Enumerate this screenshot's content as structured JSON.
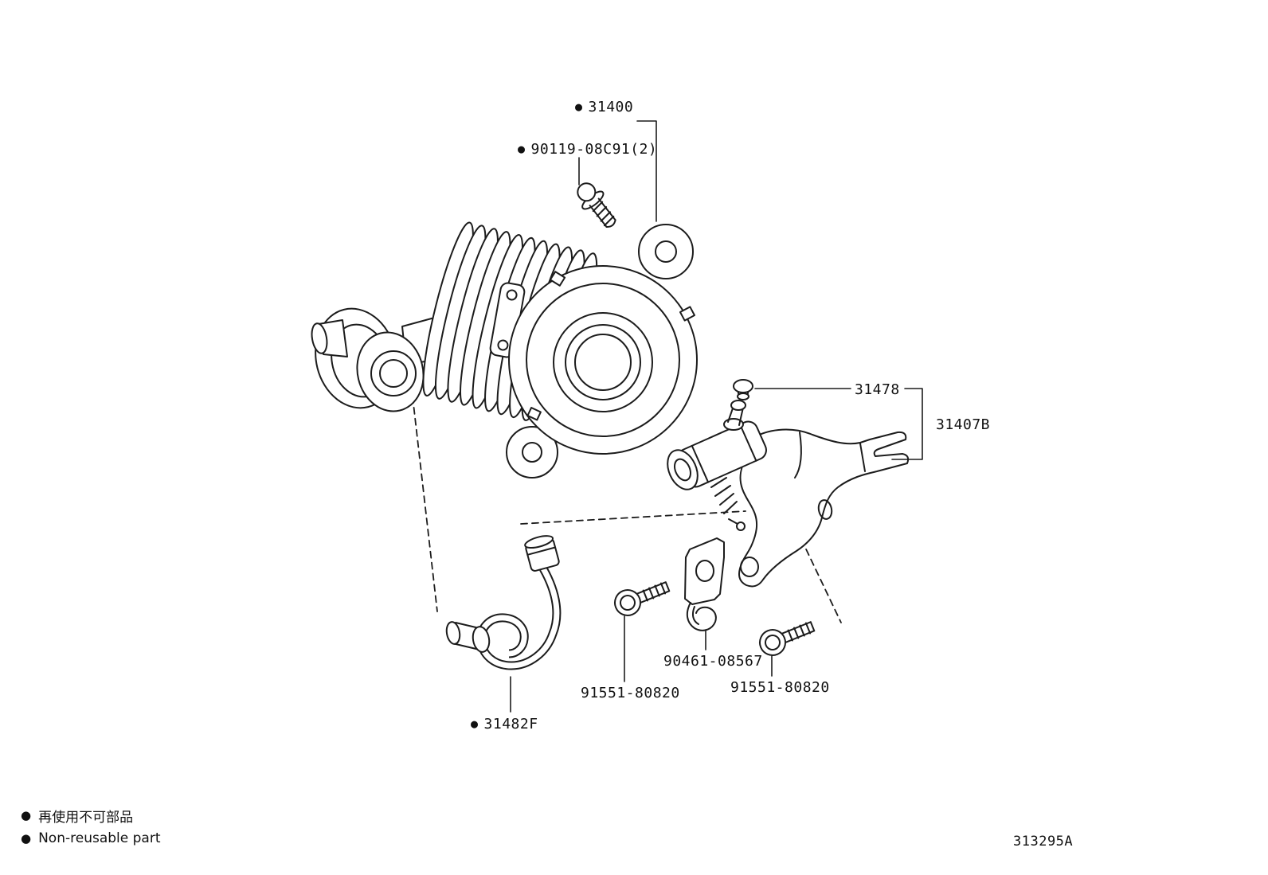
{
  "diagram": {
    "drawing_code": "313295A",
    "bullet": "●",
    "parts": [
      {
        "label": "31400",
        "non_reusable": true
      },
      {
        "label": "90119-08C91(2)",
        "non_reusable": true
      },
      {
        "label": "31478",
        "non_reusable": false
      },
      {
        "label": "31407B",
        "non_reusable": false
      },
      {
        "label": "90461-08567",
        "non_reusable": false
      },
      {
        "label": "91551-80820",
        "non_reusable": false
      },
      {
        "label": "91551-80820",
        "non_reusable": false
      },
      {
        "label": "31482F",
        "non_reusable": true
      }
    ],
    "legend": {
      "jp": "再使用不可部品",
      "en": "Non-reusable part"
    }
  }
}
